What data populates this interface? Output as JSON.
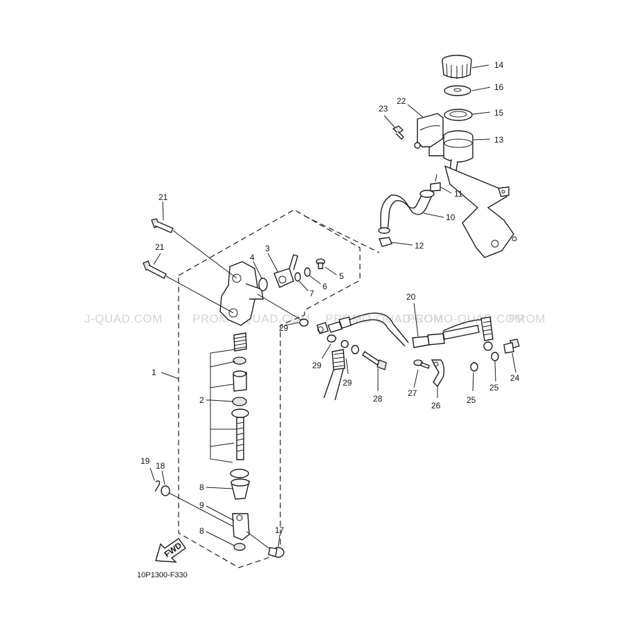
{
  "watermark": {
    "segments": [
      "J-QUAD.COM",
      "PROMO-QUAD.COM",
      "PROMO-QUAD.COM",
      "PROMO-QUAD.COM",
      "PROM"
    ],
    "color": "#d4d4d4"
  },
  "diagram_code": "10P1300-F330",
  "fwd_label": "FWD",
  "callouts": {
    "c1": "1",
    "c2": "2",
    "c3": "3",
    "c4": "4",
    "c5": "5",
    "c6": "6",
    "c7": "7",
    "c8a": "8",
    "c8b": "8",
    "c9": "9",
    "c10": "10",
    "c11": "11",
    "c12": "12",
    "c13": "13",
    "c14": "14",
    "c15": "15",
    "c16": "16",
    "c17": "17",
    "c18": "18",
    "c19": "19",
    "c20": "20",
    "c21a": "21",
    "c21b": "21",
    "c22": "22",
    "c23": "23",
    "c24": "24",
    "c25a": "25",
    "c25b": "25",
    "c26": "26",
    "c27": "27",
    "c28": "28",
    "c29a": "29",
    "c29b": "29",
    "c29c": "29"
  }
}
